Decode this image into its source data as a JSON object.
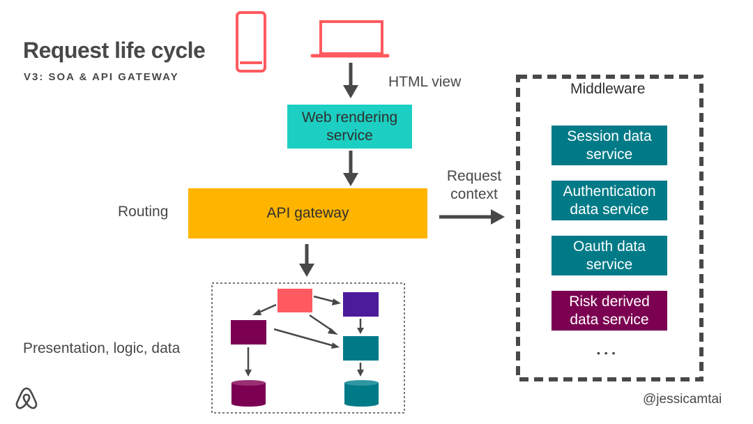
{
  "header": {
    "title": "Request life cycle",
    "subtitle": "V3: SOA & API GATEWAY"
  },
  "flow": {
    "html_view_label": "HTML view",
    "web_rendering": {
      "line1": "Web rendering",
      "line2": "service"
    },
    "routing_label": "Routing",
    "api_gateway": "API gateway",
    "request_context": {
      "line1": "Request",
      "line2": "context"
    },
    "presentation_label": "Presentation, logic, data"
  },
  "middleware": {
    "title": "Middleware",
    "services": [
      {
        "line1": "Session data",
        "line2": "service"
      },
      {
        "line1": "Authentication",
        "line2": "data service"
      },
      {
        "line1": "Oauth data",
        "line2": "service"
      },
      {
        "line1": "Risk derived",
        "line2": "data service"
      }
    ],
    "ellipsis": "• • •"
  },
  "footer": {
    "handle": "@jessicamtai"
  },
  "icons": {
    "phone": "phone-icon",
    "laptop": "laptop-icon",
    "logo": "airbnb-logo-icon"
  },
  "colors": {
    "coral": "#ff5a5f",
    "teal_light": "#1ccfc2",
    "yellow": "#ffb400",
    "teal": "#007a87",
    "plum": "#7b0051",
    "purple": "#4c1b9b",
    "arrow": "#484848"
  }
}
